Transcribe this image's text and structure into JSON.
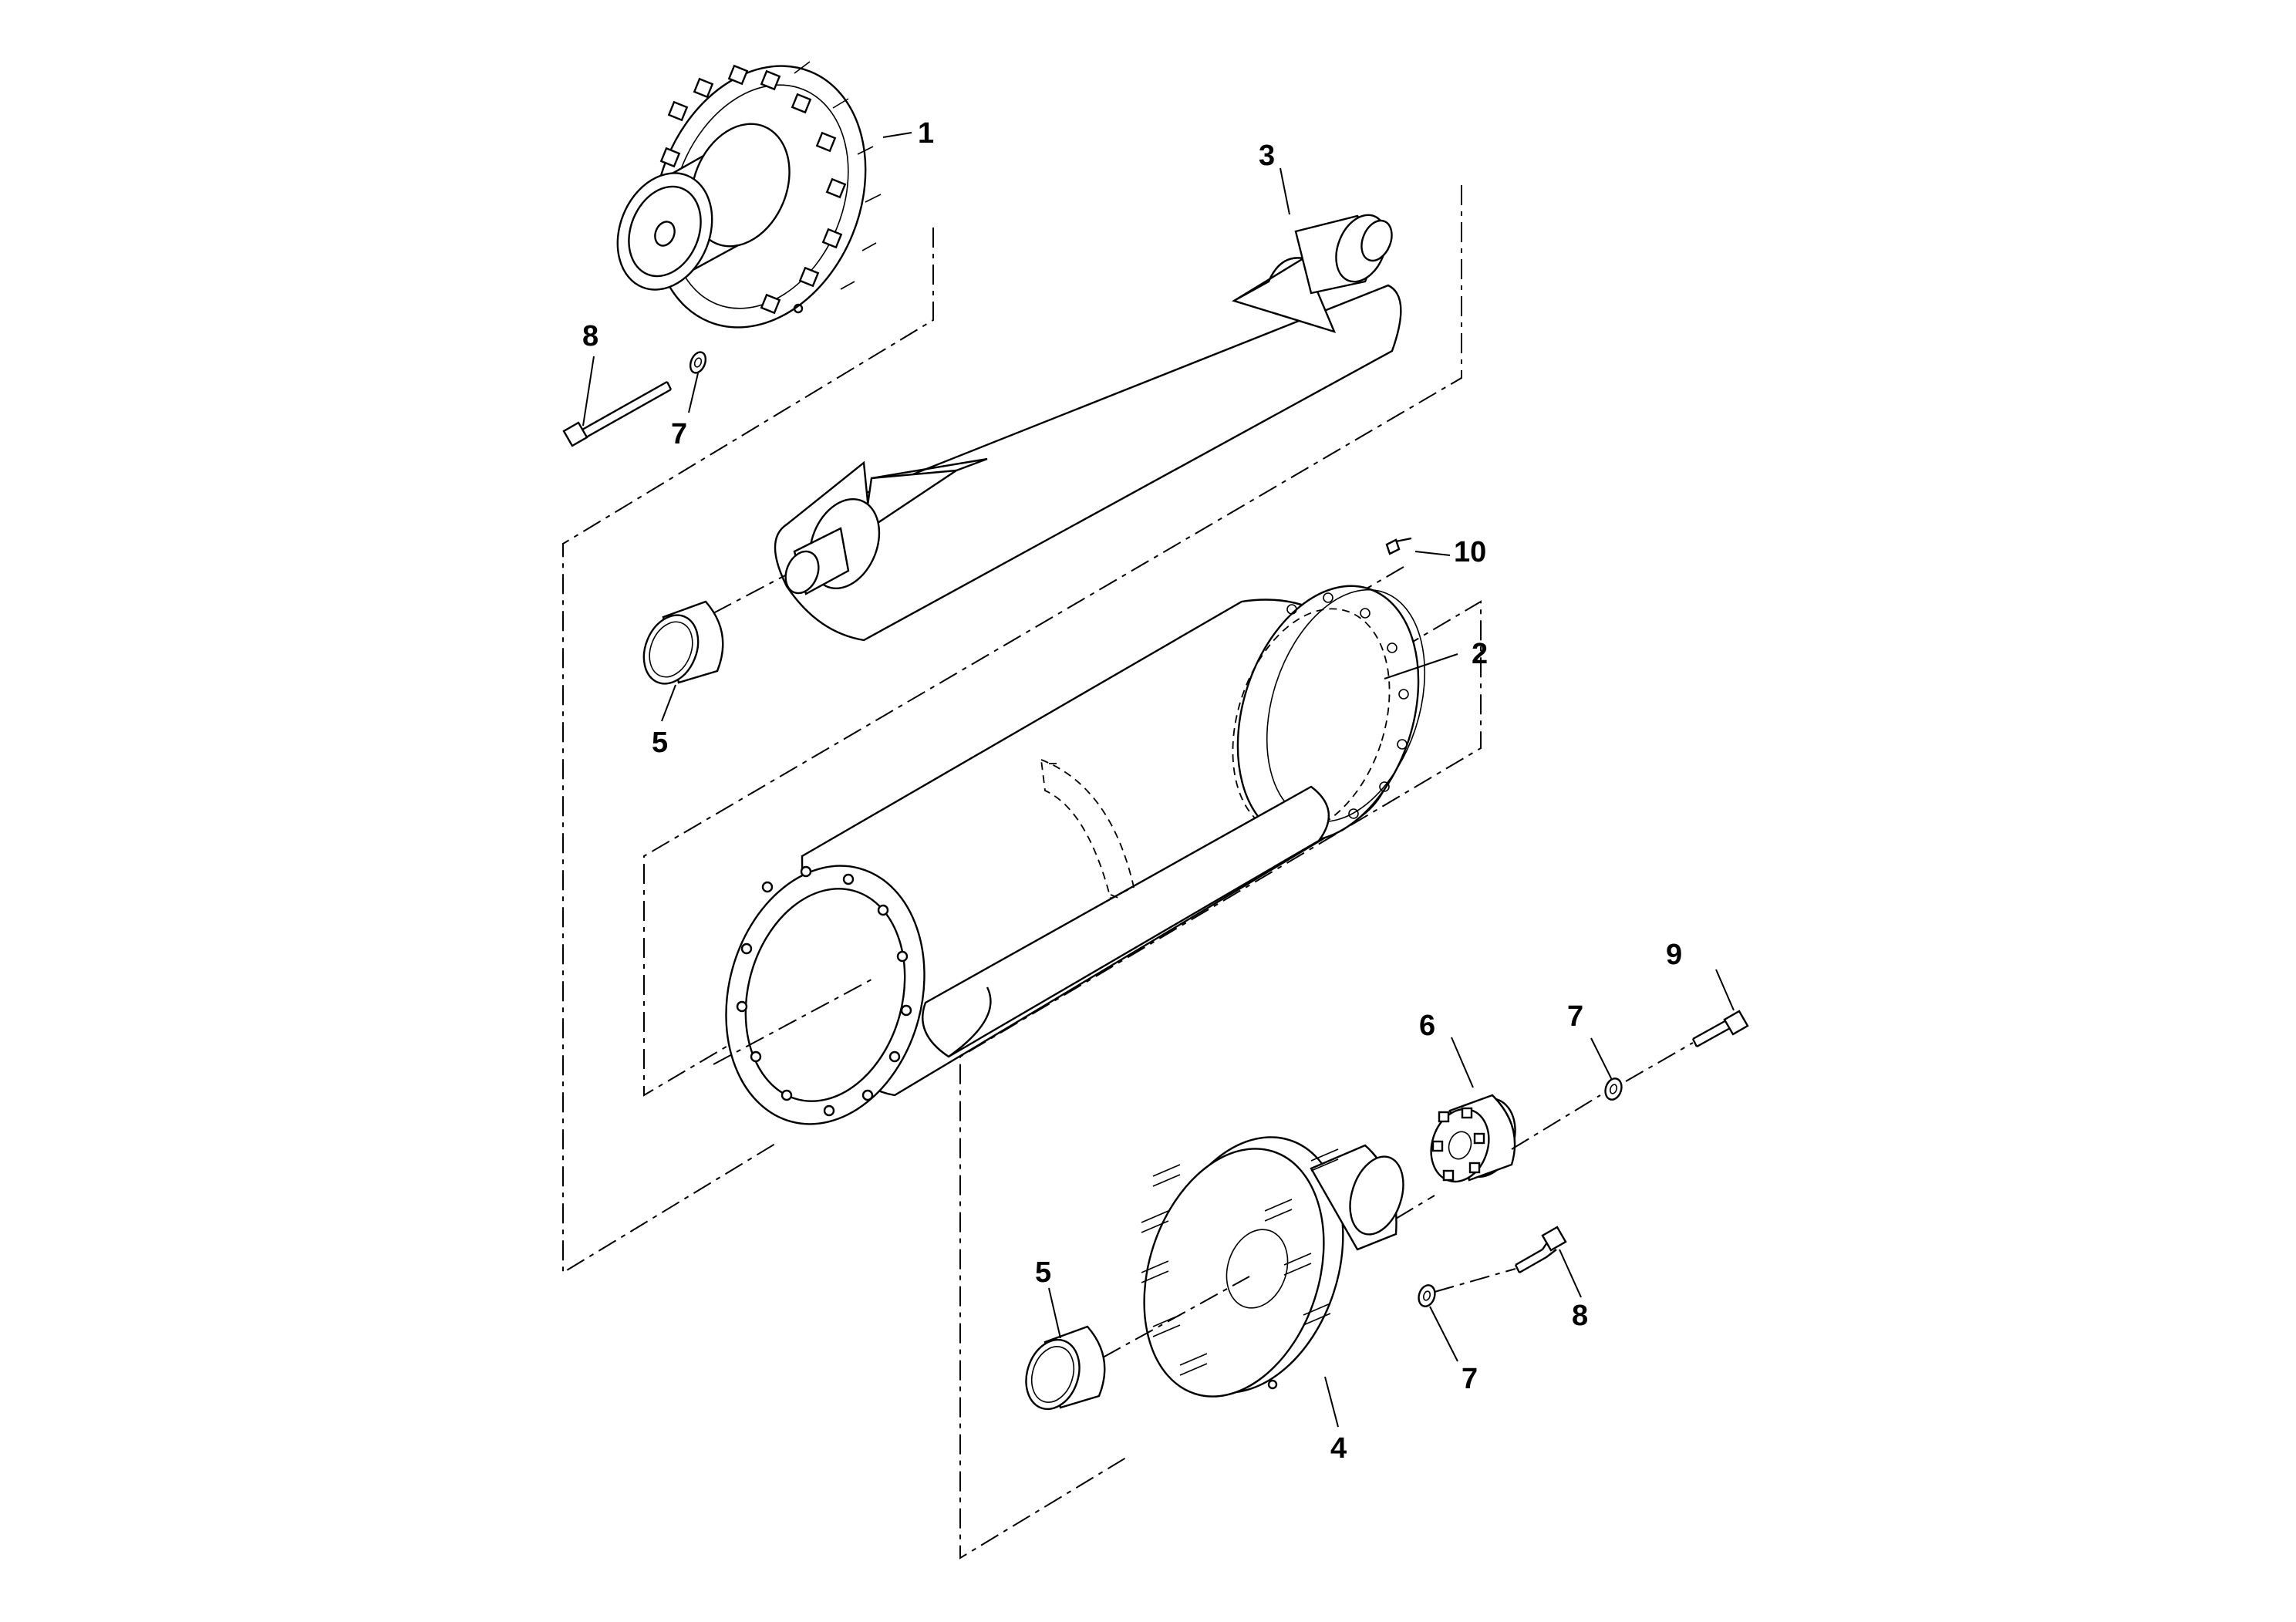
{
  "callouts": [
    {
      "id": "c1",
      "label": "1"
    },
    {
      "id": "c2",
      "label": "2"
    },
    {
      "id": "c3",
      "label": "3"
    },
    {
      "id": "c4",
      "label": "4"
    },
    {
      "id": "c5a",
      "label": "5"
    },
    {
      "id": "c5b",
      "label": "5"
    },
    {
      "id": "c6",
      "label": "6"
    },
    {
      "id": "c7a",
      "label": "7"
    },
    {
      "id": "c7b",
      "label": "7"
    },
    {
      "id": "c7c",
      "label": "7"
    },
    {
      "id": "c8a",
      "label": "8"
    },
    {
      "id": "c8b",
      "label": "8"
    },
    {
      "id": "c9",
      "label": "9"
    },
    {
      "id": "c10",
      "label": "10"
    }
  ]
}
